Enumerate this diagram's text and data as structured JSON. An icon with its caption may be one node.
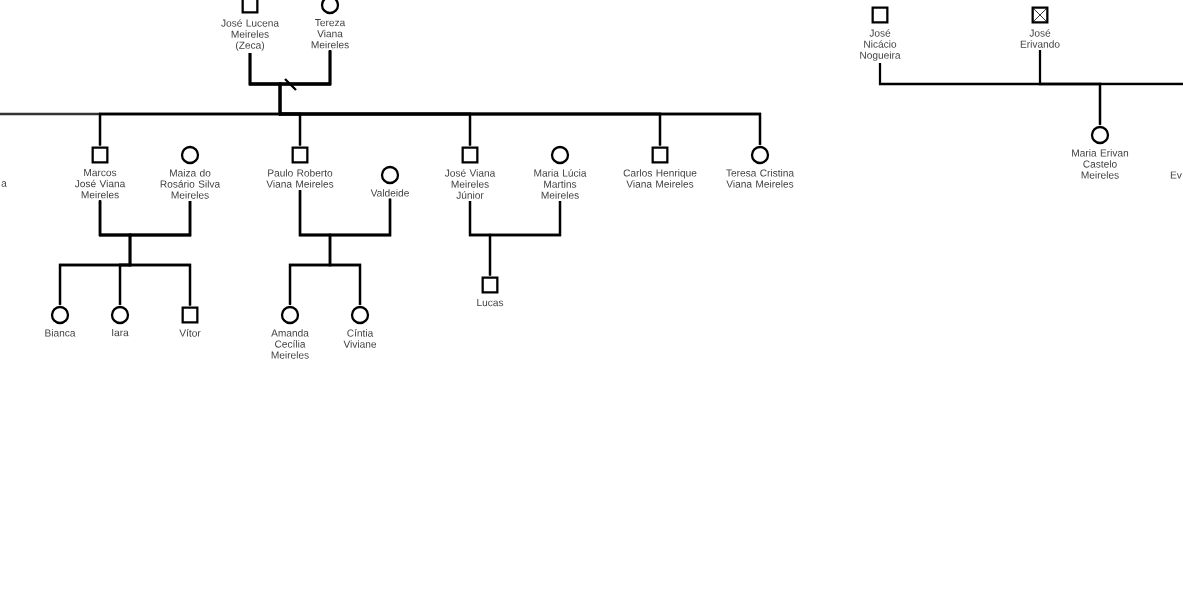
{
  "diagram": {
    "nodes": [
      {
        "text": [],
        "shape": "box",
        "beside": [
          "José Lucena Meireles (Zeca)"
        ]
      },
      {
        "text": [],
        "shape": "circle",
        "beside": [
          "Tereza Viana Meireles"
        ]
      },
      {
        "text": [],
        "shape": "box",
        "beside": [
          "Marcos José Viana Meireles"
        ]
      },
      {
        "text": [],
        "shape": "circle",
        "beside": [
          "Maiza do Rosário Silva Meireles"
        ]
      },
      {
        "text": [],
        "shape": "box",
        "beside": [
          "Paulo Roberto Viana Meireles"
        ]
      },
      {
        "text": [],
        "shape": "circle",
        "beside": [
          "Valdeide"
        ]
      },
      {
        "text": [],
        "shape": "box",
        "beside": [
          "José Viana Meireles Júnior"
        ]
      },
      {
        "text": [],
        "shape": "circle",
        "beside": [
          "Maria Lúcia Martins Meireles"
        ]
      },
      {
        "text": [],
        "shape": "box",
        "beside": [
          "Carlos Henrique Viana Meireles"
        ]
      },
      {
        "text": [],
        "shape": "circle",
        "beside": [
          "Teresa Cristina Viana Meireles"
        ]
      },
      {
        "text": [],
        "shape": "circle",
        "beside": [
          "Bianca"
        ]
      },
      {
        "text": [],
        "shape": "circle",
        "beside": [
          "Iara"
        ]
      },
      {
        "text": [],
        "shape": "box",
        "beside": [
          "Vítor"
        ]
      },
      {
        "text": [],
        "shape": "circle",
        "beside": [
          "Amanda Cecília Meireles"
        ]
      },
      {
        "text": [],
        "shape": "circle",
        "beside": [
          "Cíntia Viviane"
        ]
      },
      {
        "text": [],
        "shape": "box",
        "beside": [
          "Lucas"
        ]
      },
      {
        "text": [],
        "shape": "box",
        "beside": [
          "José Nicácio Nogueira"
        ]
      },
      {
        "text": [],
        "shape": "box",
        "beside": [
          "José Erivando"
        ]
      },
      {
        "text": [],
        "shape": "circle",
        "beside": [
          "Maria Erivan Castelo Meireles"
        ]
      }
    ],
    "edges": [
      {
        "from": 0,
        "to": 1,
        "arrow": "none"
      },
      {
        "from": 0,
        "to": 2,
        "arrow": "none"
      },
      {
        "from": 1,
        "to": 2,
        "arrow": "none"
      },
      {
        "from": 0,
        "to": 4,
        "arrow": "none"
      },
      {
        "from": 1,
        "to": 4,
        "arrow": "none"
      },
      {
        "from": 0,
        "to": 6,
        "arrow": "none"
      },
      {
        "from": 1,
        "to": 6,
        "arrow": "none"
      },
      {
        "from": 0,
        "to": 8,
        "arrow": "none"
      },
      {
        "from": 1,
        "to": 8,
        "arrow": "none"
      },
      {
        "from": 0,
        "to": 9,
        "arrow": "none"
      },
      {
        "from": 1,
        "to": 9,
        "arrow": "none"
      },
      {
        "from": 2,
        "to": 3,
        "arrow": "none"
      },
      {
        "from": 2,
        "to": 10,
        "arrow": "none"
      },
      {
        "from": 3,
        "to": 10,
        "arrow": "none"
      },
      {
        "from": 2,
        "to": 11,
        "arrow": "none"
      },
      {
        "from": 3,
        "to": 11,
        "arrow": "none"
      },
      {
        "from": 2,
        "to": 12,
        "arrow": "none"
      },
      {
        "from": 3,
        "to": 12,
        "arrow": "none"
      },
      {
        "from": 4,
        "to": 5,
        "arrow": "none"
      },
      {
        "from": 4,
        "to": 13,
        "arrow": "none"
      },
      {
        "from": 5,
        "to": 13,
        "arrow": "none"
      },
      {
        "from": 4,
        "to": 14,
        "arrow": "none"
      },
      {
        "from": 5,
        "to": 14,
        "arrow": "none"
      },
      {
        "from": 6,
        "to": 7,
        "arrow": "none"
      },
      {
        "from": 6,
        "to": 15,
        "arrow": "none"
      },
      {
        "from": 7,
        "to": 15,
        "arrow": "none"
      },
      {
        "from": 16,
        "to": 18,
        "arrow": "none"
      },
      {
        "from": 17,
        "to": 18,
        "arrow": "none"
      }
    ],
    "labels": [
      "a",
      "Ev"
    ]
  }
}
